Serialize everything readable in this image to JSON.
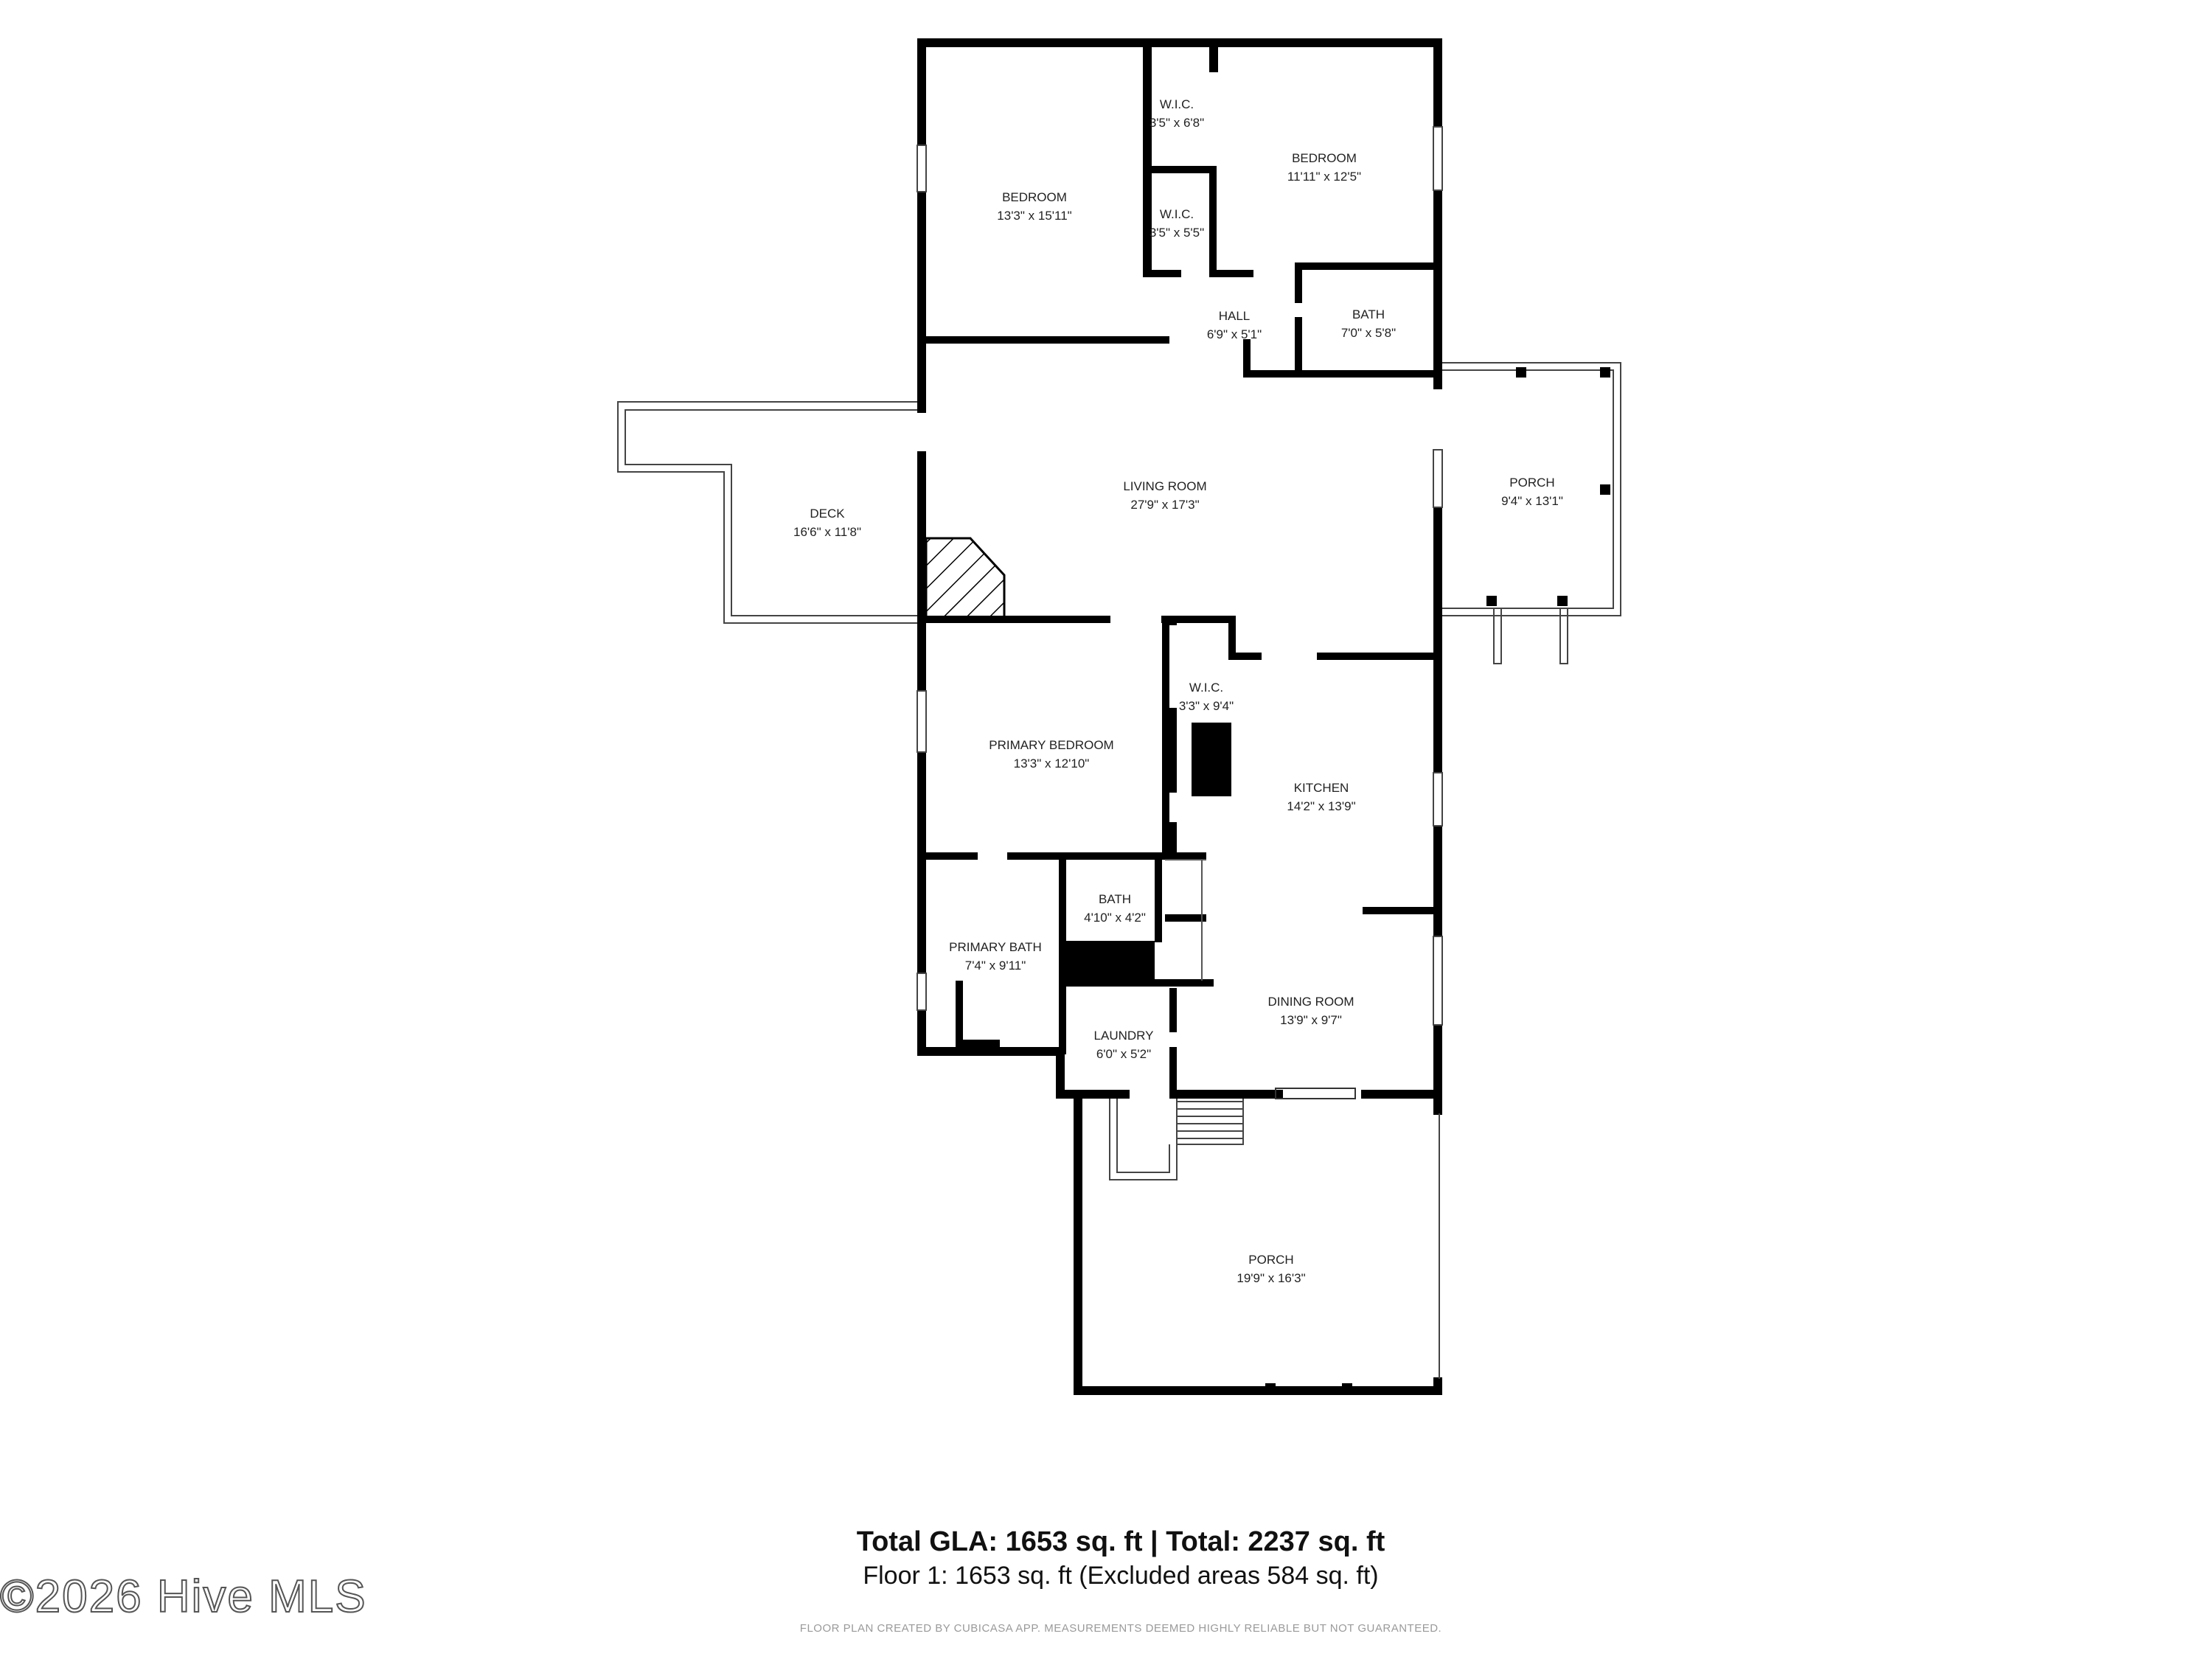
{
  "rooms": {
    "bedroom_west": {
      "name": "BEDROOM",
      "dims": "13'3\" x 15'11\""
    },
    "wic_1": {
      "name": "W.I.C.",
      "dims": "3'5\" x 6'8\""
    },
    "wic_2": {
      "name": "W.I.C.",
      "dims": "3'5\" x 5'5\""
    },
    "bedroom_east": {
      "name": "BEDROOM",
      "dims": "11'11\" x 12'5\""
    },
    "hall": {
      "name": "HALL",
      "dims": "6'9\" x 5'1\""
    },
    "bath_upper": {
      "name": "BATH",
      "dims": "7'0\" x 5'8\""
    },
    "living_room": {
      "name": "LIVING ROOM",
      "dims": "27'9\" x 17'3\""
    },
    "deck": {
      "name": "DECK",
      "dims": "16'6\" x 11'8\""
    },
    "porch_east": {
      "name": "PORCH",
      "dims": "9'4\" x 13'1\""
    },
    "primary_bedroom": {
      "name": "PRIMARY BEDROOM",
      "dims": "13'3\" x 12'10\""
    },
    "wic_3": {
      "name": "W.I.C.",
      "dims": "3'3\" x 9'4\""
    },
    "kitchen": {
      "name": "KITCHEN",
      "dims": "14'2\" x 13'9\""
    },
    "bath_lower": {
      "name": "BATH",
      "dims": "4'10\" x 4'2\""
    },
    "primary_bath": {
      "name": "PRIMARY BATH",
      "dims": "7'4\" x 9'11\""
    },
    "dining_room": {
      "name": "DINING ROOM",
      "dims": "13'9\" x 9'7\""
    },
    "laundry": {
      "name": "LAUNDRY",
      "dims": "6'0\" x 5'2\""
    },
    "porch_south": {
      "name": "PORCH",
      "dims": "19'9\" x 16'3\""
    }
  },
  "summary": {
    "total": "Total GLA: 1653 sq. ft | Total: 2237 sq. ft",
    "floor": "Floor 1: 1653 sq. ft (Excluded areas 584 sq. ft)",
    "disclaimer": "FLOOR PLAN CREATED BY CUBICASA APP. MEASUREMENTS DEEMED HIGHLY RELIABLE BUT NOT GUARANTEED."
  },
  "watermark": "©2026 Hive MLS",
  "colors": {
    "wall": "#000000",
    "deck_line": "#444444",
    "background": "#ffffff",
    "disclaimer": "#9a9a9a"
  }
}
